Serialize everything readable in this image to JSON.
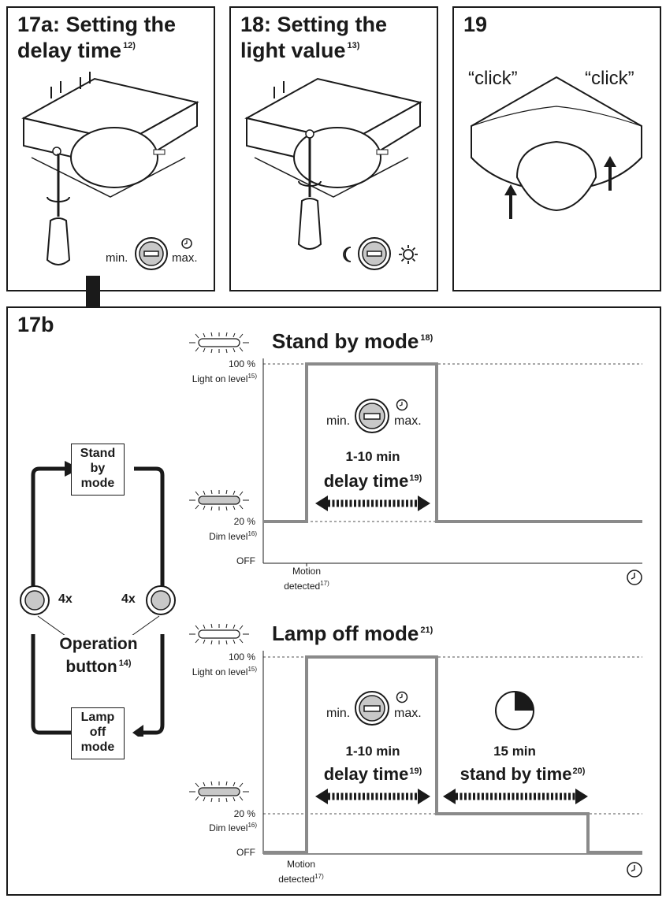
{
  "panels": {
    "p17a": {
      "title": "17a: Setting the\ndelay time",
      "note": "12)",
      "min": "min.",
      "max": "max."
    },
    "p18": {
      "title": "18: Setting the\nlight value",
      "note": "13)"
    },
    "p19": {
      "title": "19",
      "click_left": "“click”",
      "click_right": "“click”"
    },
    "p17b": {
      "title": "17b"
    }
  },
  "cycle": {
    "standby_box": [
      "Stand",
      "by",
      "mode"
    ],
    "lampoff_box": [
      "Lamp",
      "off",
      "mode"
    ],
    "count_left": "4x",
    "count_right": "4x",
    "button_label": [
      "Operation",
      "button"
    ],
    "button_note": "14)"
  },
  "standby_chart": {
    "title": "Stand by mode",
    "title_note": "18)",
    "y_100": "100 %",
    "y_100_label": "Light on level",
    "y_100_note": "15)",
    "y_20": "20 %",
    "y_20_label": "Dim level",
    "y_20_note": "16)",
    "y_off": "OFF",
    "x_event": "Motion",
    "x_event2": "detected",
    "x_event_note": "17)",
    "min": "min.",
    "max": "max.",
    "duration": "1-10 min",
    "delay_label": "delay time",
    "delay_note": "19)"
  },
  "lampoff_chart": {
    "title": "Lamp off mode",
    "title_note": "21)",
    "y_100": "100 %",
    "y_100_label": "Light on level",
    "y_100_note": "15)",
    "y_20": "20 %",
    "y_20_label": "Dim level",
    "y_20_note": "16)",
    "y_off": "OFF",
    "x_event": "Motion",
    "x_event2": "detected",
    "x_event_note": "17)",
    "min": "min.",
    "max": "max.",
    "duration": "1-10 min",
    "delay_label": "delay time",
    "delay_note": "19)",
    "standby_duration": "15 min",
    "standby_label": "stand by time",
    "standby_note": "20)"
  },
  "colors": {
    "signal_line": "#8a8a8a",
    "ink": "#1a1a1a",
    "dial_fill": "#c8c8c8"
  }
}
